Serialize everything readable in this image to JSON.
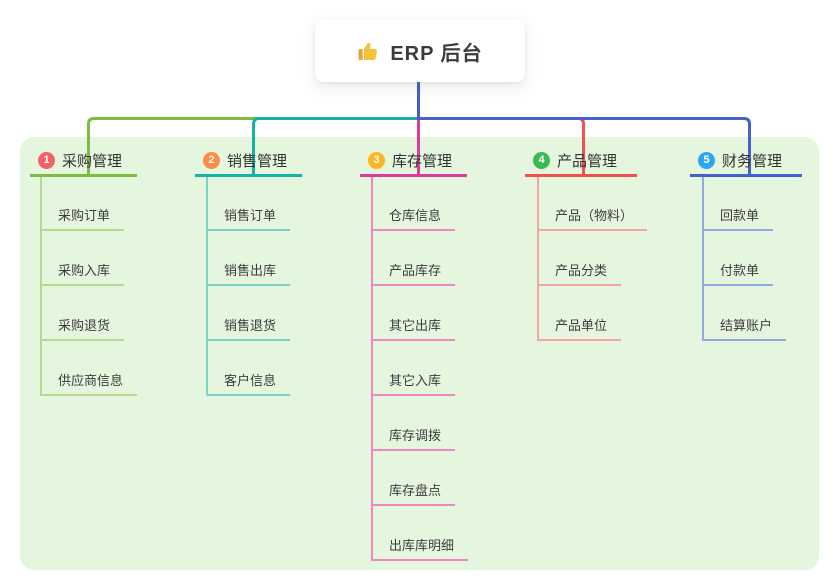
{
  "root": {
    "title": "ERP 后台",
    "icon": "thumbs-up-icon"
  },
  "branches": [
    {
      "num": "1",
      "title": "采购管理",
      "line_color": "#7dbb41",
      "child_line_color": "#b5da8c",
      "badge_color": "#f4606a",
      "children": [
        "采购订单",
        "采购入库",
        "采购退货",
        "供应商信息"
      ]
    },
    {
      "num": "2",
      "title": "销售管理",
      "line_color": "#16b3a5",
      "child_line_color": "#7ad2c8",
      "badge_color": "#ff8b44",
      "children": [
        "销售订单",
        "销售出库",
        "销售退货",
        "客户信息"
      ]
    },
    {
      "num": "3",
      "title": "库存管理",
      "line_color": "#df3a9d",
      "child_line_color": "#ef87c3",
      "badge_color": "#ffb322",
      "children": [
        "仓库信息",
        "产品库存",
        "其它出库",
        "其它入库",
        "库存调拨",
        "库存盘点",
        "出库库明细"
      ]
    },
    {
      "num": "4",
      "title": "产品管理",
      "line_color": "#f24f4f",
      "child_line_color": "#f7a3a3",
      "badge_color": "#3db954",
      "children": [
        "产品（物料）",
        "产品分类",
        "产品单位"
      ]
    },
    {
      "num": "5",
      "title": "财务管理",
      "line_color": "#4562cc",
      "child_line_color": "#94a7e2",
      "badge_color": "#31a4ee",
      "children": [
        "回款单",
        "付款单",
        "结算账户"
      ]
    }
  ],
  "theme": {
    "panel_background": "#e5f6df",
    "root_connector_color": "#4a5dc2",
    "page_background": "#ffffff",
    "text_color": "#333333"
  }
}
